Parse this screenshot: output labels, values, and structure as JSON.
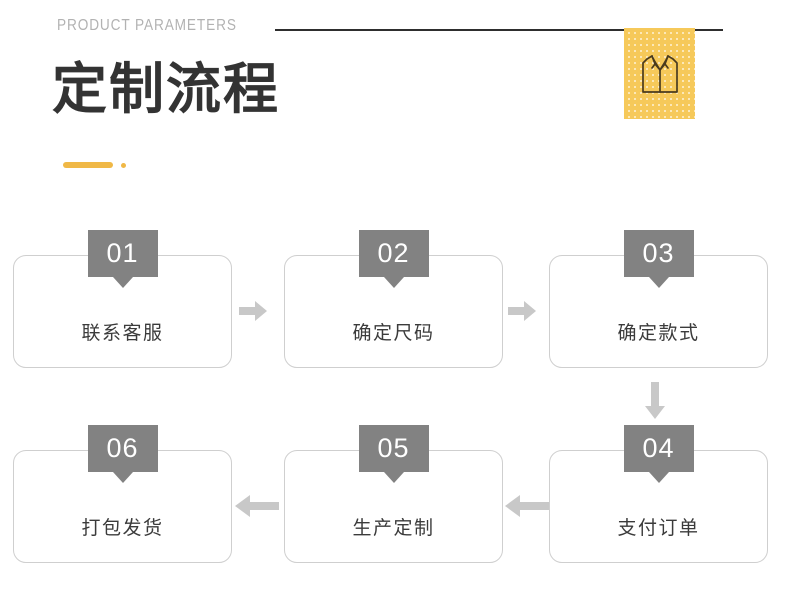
{
  "header": {
    "eyebrow": "PRODUCT PARAMETERS",
    "title": "定制流程",
    "icon_name": "vest-garment-icon",
    "rule_color": "#2e2e2e",
    "accent_color": "#f0b846",
    "badge_color": "#f6c95a"
  },
  "flow": {
    "box_border_color": "#cfcfcf",
    "number_badge_color": "#828282",
    "arrow_color": "#c8c8c8",
    "steps": [
      {
        "number": "01",
        "label": "联系客服"
      },
      {
        "number": "02",
        "label": "确定尺码"
      },
      {
        "number": "03",
        "label": "确定款式"
      },
      {
        "number": "04",
        "label": "支付订单"
      },
      {
        "number": "05",
        "label": "生产定制"
      },
      {
        "number": "06",
        "label": "打包发货"
      }
    ],
    "arrows": [
      {
        "name": "arrow-step1-to-step2",
        "direction": "right"
      },
      {
        "name": "arrow-step2-to-step3",
        "direction": "right"
      },
      {
        "name": "arrow-step3-to-step4",
        "direction": "down"
      },
      {
        "name": "arrow-step4-to-step5",
        "direction": "left"
      },
      {
        "name": "arrow-step5-to-step6",
        "direction": "left"
      }
    ]
  }
}
